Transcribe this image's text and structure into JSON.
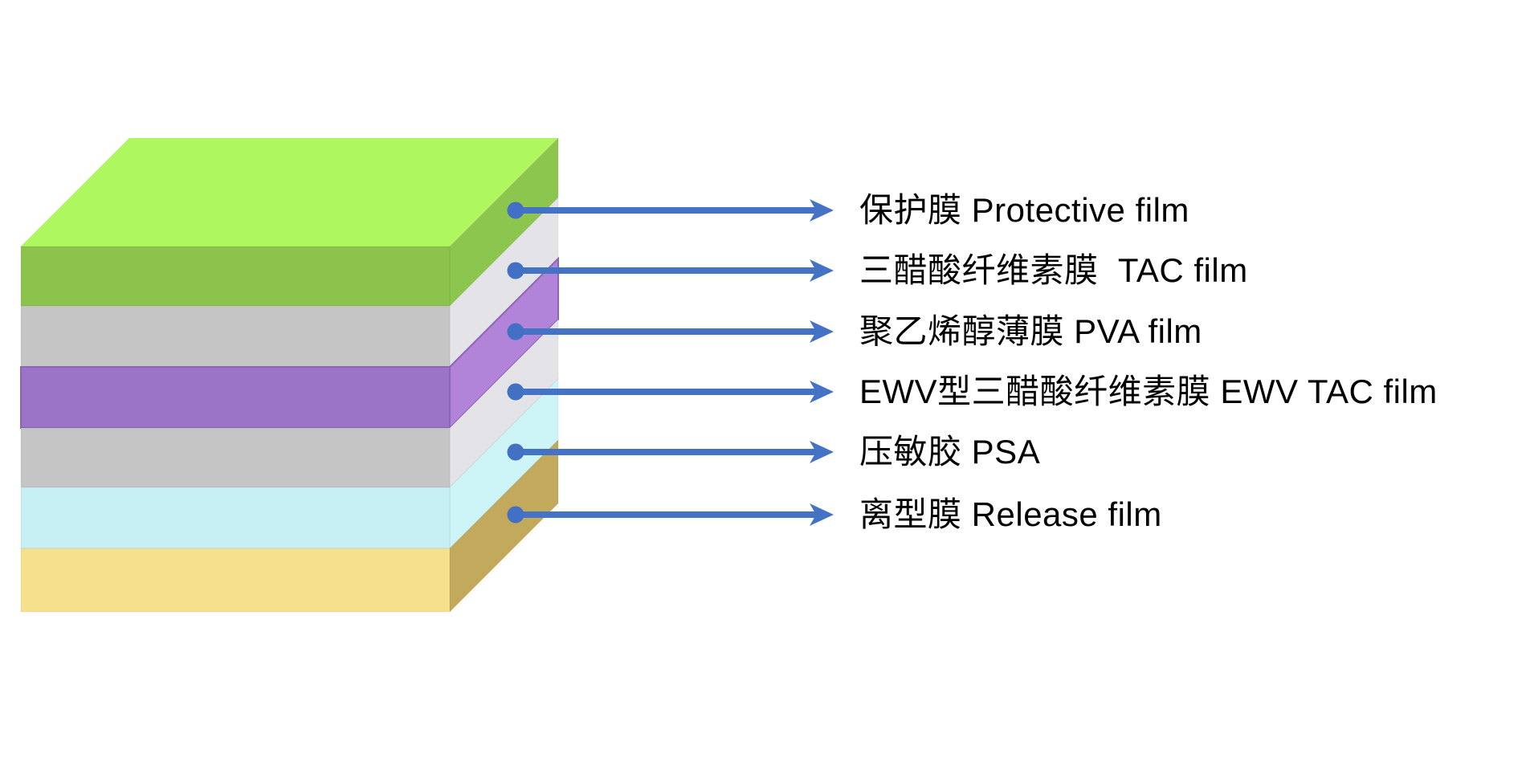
{
  "background": "#ffffff",
  "stack": {
    "top_color": "#aff75e",
    "layers": [
      {
        "name": "protective-film",
        "label": "保护膜 Protective film",
        "front": "#8cc34c",
        "side": "#8dc64f"
      },
      {
        "name": "tac-film",
        "label": "三醋酸纤维素膜  TAC film",
        "front": "#c5c5c5",
        "side": "#e4e3e7"
      },
      {
        "name": "pva-film",
        "label": "聚乙烯醇薄膜 PVA film",
        "front": "#9b74c7",
        "side": "#b183d9",
        "edge": "#8a67b5"
      },
      {
        "name": "ewv-tac-film",
        "label": "EWV型三醋酸纤维素膜 EWV TAC film",
        "front": "#c5c5c5",
        "side": "#e4e3e7"
      },
      {
        "name": "psa",
        "label": "压敏胶 PSA",
        "front": "#c6f0f3",
        "side": "#cdf4f6"
      },
      {
        "name": "release-film",
        "label": "离型膜 Release film",
        "front": "#f5e08e",
        "side": "#c2a95c"
      }
    ]
  },
  "callout": {
    "line_color": "#4472c4",
    "dot_color": "#4170c4",
    "text_color": "#000000"
  }
}
